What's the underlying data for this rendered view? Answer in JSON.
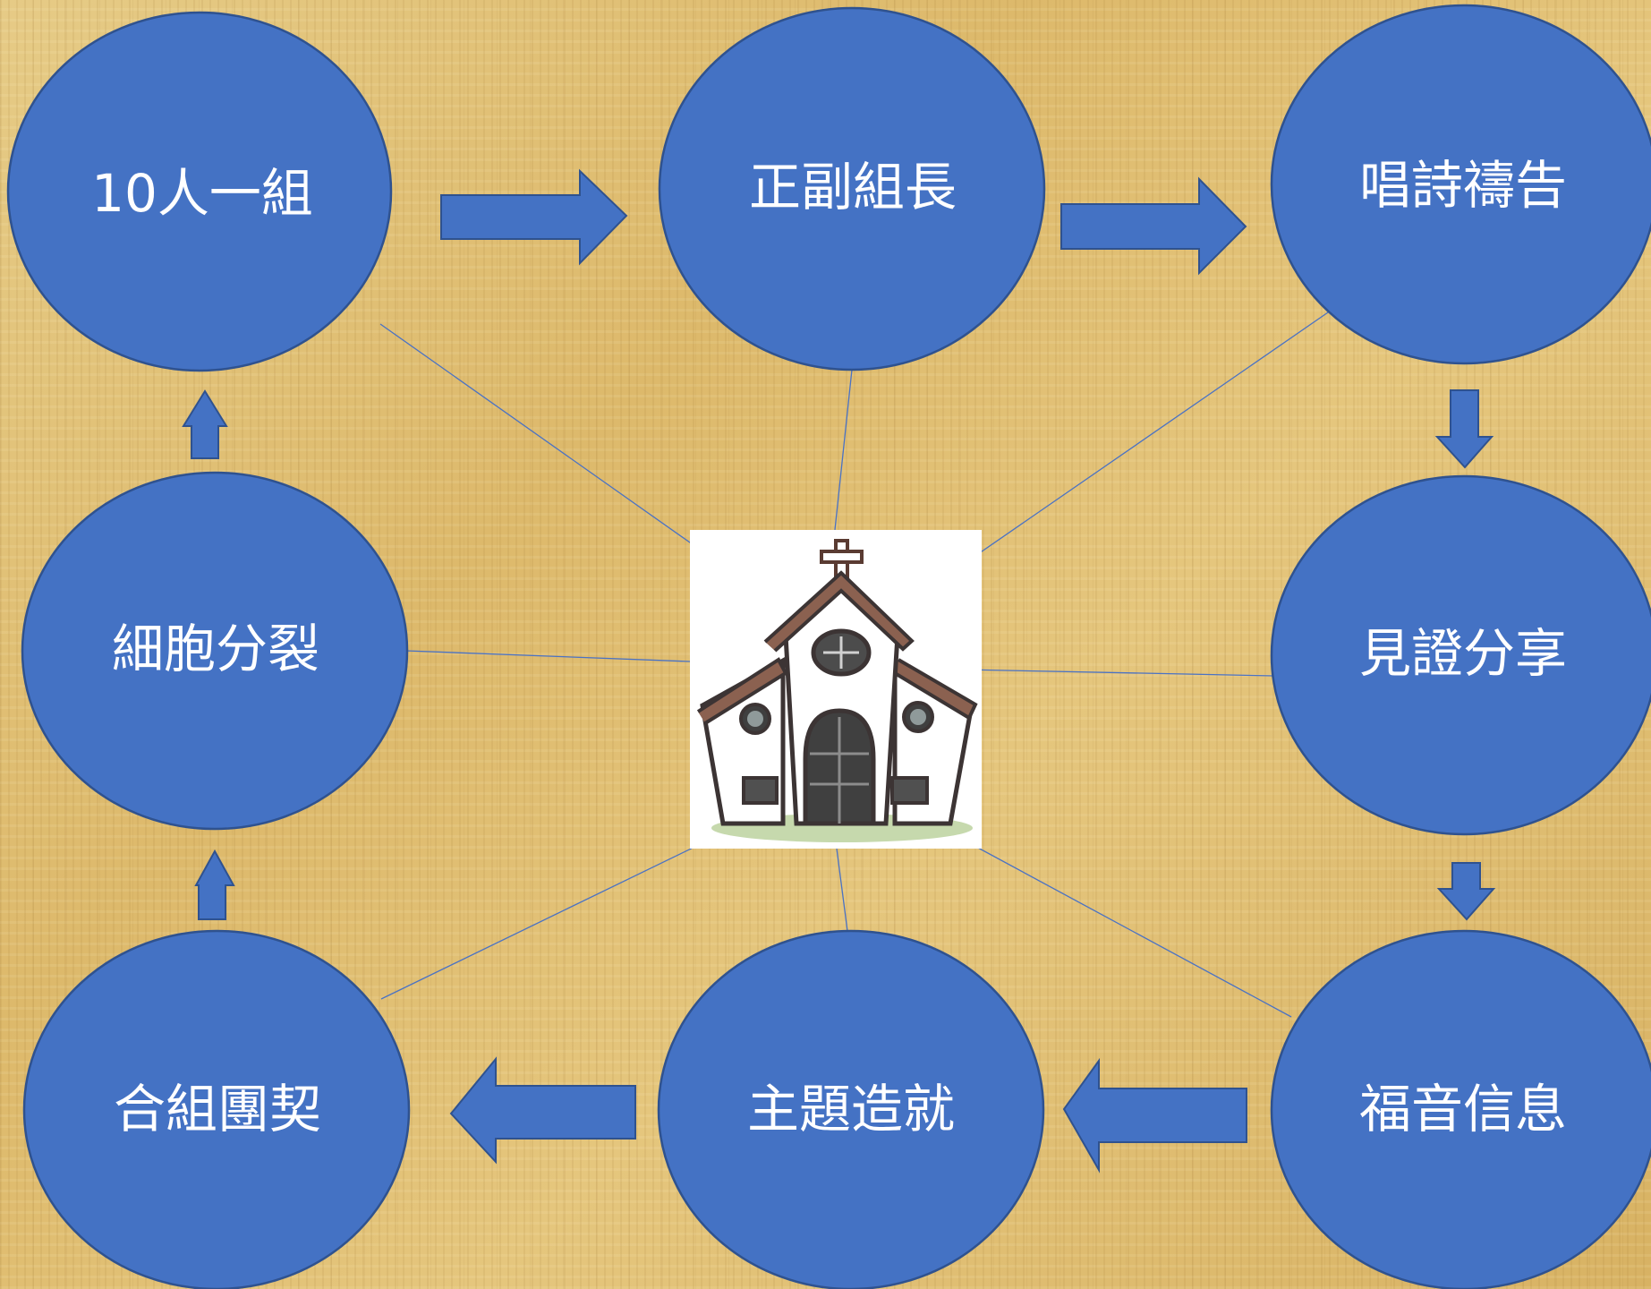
{
  "nodes": {
    "group_of_ten": {
      "label": "10人一組"
    },
    "leaders": {
      "label": "正副組長"
    },
    "singing_prayer": {
      "label": "唱詩禱告"
    },
    "testimony": {
      "label": "見證分享"
    },
    "gospel": {
      "label": "福音信息"
    },
    "topic": {
      "label": "主題造就"
    },
    "fellowship": {
      "label": "合組團契"
    },
    "cell_division": {
      "label": "細胞分裂"
    }
  },
  "center": {
    "icon": "church-icon"
  },
  "colors": {
    "node_fill": "#4472c4",
    "node_stroke": "#2f528f",
    "connector": "#4a72c4",
    "label": "#ffffff"
  }
}
